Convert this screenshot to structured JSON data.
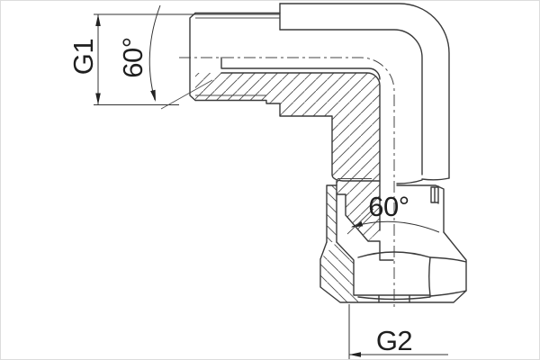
{
  "drawing": {
    "dimensions": {
      "g1_label": "G1",
      "g2_label": "G2",
      "top_angle_label": "60°",
      "bottom_angle_label": "60°"
    },
    "colors": {
      "line": "#3a3a3a",
      "thin_line": "#4a4a4a",
      "background": "#ffffff"
    }
  }
}
